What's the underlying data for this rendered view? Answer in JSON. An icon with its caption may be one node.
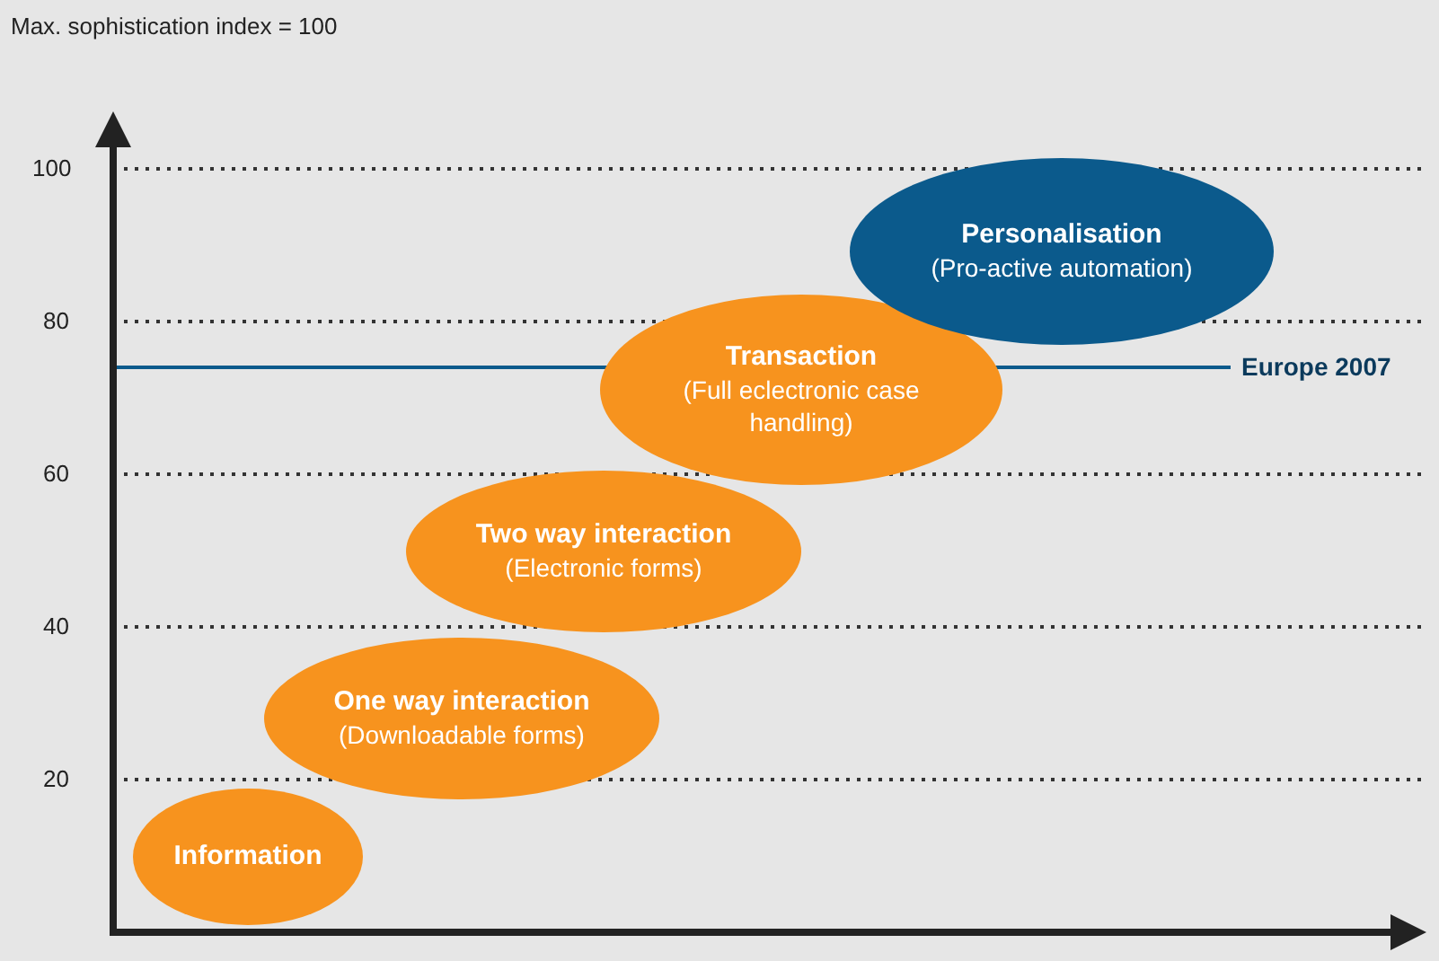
{
  "diagram": {
    "nodes": [
      {
        "text": [
          "Information"
        ]
      },
      {
        "text": [
          "One way interaction",
          "(Downloadable forms)"
        ]
      },
      {
        "text": [
          "Two way interaction",
          "(Electronic forms)"
        ]
      },
      {
        "text": [
          "Transaction",
          "(Full eclectronic case handling)"
        ]
      },
      {
        "text": [
          "Personalisation",
          "(Pro-active automation)"
        ]
      }
    ],
    "labels": [
      "Max. sophistication index = 100",
      "100",
      "80",
      "Europe 2007",
      "60",
      "40",
      "20"
    ]
  }
}
